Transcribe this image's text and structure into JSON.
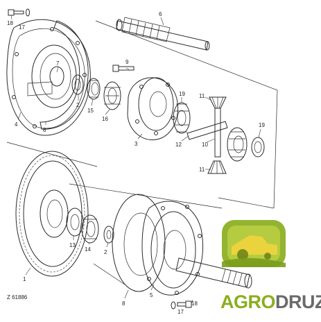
{
  "drawing": {
    "reference": "Z 61886",
    "part_labels": [
      {
        "id": "p18a",
        "text": "18"
      },
      {
        "id": "p17a",
        "text": "17"
      },
      {
        "id": "p6",
        "text": "6"
      },
      {
        "id": "p9",
        "text": "9"
      },
      {
        "id": "p7",
        "text": "7"
      },
      {
        "id": "p4",
        "text": "4"
      },
      {
        "id": "p8a",
        "text": "8"
      },
      {
        "id": "p2a",
        "text": "2"
      },
      {
        "id": "p15",
        "text": "15"
      },
      {
        "id": "p16",
        "text": "16"
      },
      {
        "id": "p3",
        "text": "3"
      },
      {
        "id": "p19a",
        "text": "19"
      },
      {
        "id": "p11a",
        "text": "11"
      },
      {
        "id": "p12",
        "text": "12"
      },
      {
        "id": "p10",
        "text": "10"
      },
      {
        "id": "p19b",
        "text": "19"
      },
      {
        "id": "p11b",
        "text": "11"
      },
      {
        "id": "p1",
        "text": "1"
      },
      {
        "id": "p13",
        "text": "13"
      },
      {
        "id": "p14",
        "text": "14"
      },
      {
        "id": "p2b",
        "text": "2"
      },
      {
        "id": "p8b",
        "text": "8"
      },
      {
        "id": "p5",
        "text": "5"
      },
      {
        "id": "p17b",
        "text": "17"
      },
      {
        "id": "p18b",
        "text": "18"
      }
    ]
  },
  "watermark": {
    "brand_part1": "AGRO",
    "brand_part2": "DRUZI",
    "color_green": "#8aae1e",
    "color_gray": "#6a6a6a",
    "icon": "combine-harvester-icon"
  }
}
